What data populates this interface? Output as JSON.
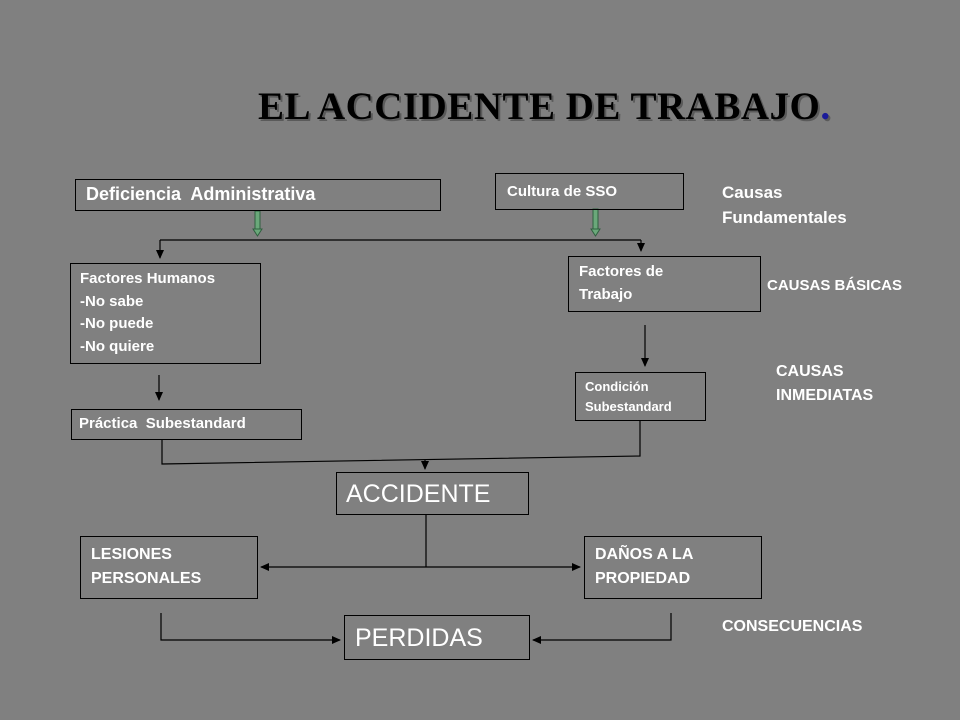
{
  "title": {
    "text": "EL ACCIDENTE DE TRABAJO",
    "dot": "."
  },
  "colors": {
    "background": "#808080",
    "text": "#ffffff",
    "arrow_green": "#6aa87a"
  },
  "boxes": {
    "deficiencia": "Deficiencia  Administrativa",
    "cultura": "Cultura de SSO",
    "factores_humanos": "Factores Humanos\n-No sabe\n-No puede\n-No quiere",
    "factores_trabajo": "Factores de\nTrabajo",
    "practica": "Práctica  Subestandard",
    "condicion": "Condición\nSubestandard",
    "accidente": "ACCIDENTE",
    "lesiones": "LESIONES\nPERSONALES",
    "danos": "DAÑOS A LA\nPROPIEDAD",
    "perdidas": "PERDIDAS"
  },
  "labels": {
    "causas_fundamentales": "Causas\nFundamentales",
    "causas_basicas": "CAUSAS BÁSICAS",
    "causas_inmediatas": "CAUSAS\nINMEDIATAS",
    "consecuencias": "CONSECUENCIAS"
  }
}
